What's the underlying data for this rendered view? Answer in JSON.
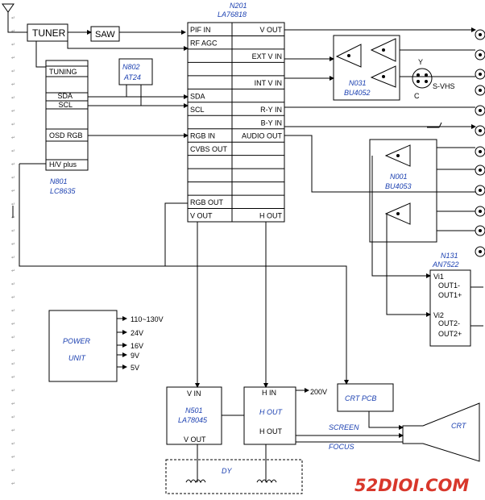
{
  "tuner": {
    "label": "TUNER"
  },
  "saw": {
    "label": "SAW"
  },
  "n201": {
    "ref": "N201",
    "part": "LA76818",
    "pins_left": [
      "PIF IN",
      "RF AGC",
      "",
      "",
      "",
      "SDA",
      "SCL",
      "",
      "RGB IN",
      "CVBS OUT",
      "",
      "",
      "",
      "RGB OUT",
      "V OUT"
    ],
    "pins_right": [
      "V OUT",
      "",
      "EXT V IN",
      "",
      "INT V IN",
      "",
      "R-Y IN",
      "B-Y IN",
      "AUDIO OUT",
      "",
      "",
      "",
      "",
      "",
      "H OUT"
    ]
  },
  "n801": {
    "ref": "N801",
    "part": "LC8635",
    "pins": [
      "TUNING",
      "SDA",
      "SCL",
      "OSD RGB",
      "H/V plus"
    ]
  },
  "n802": {
    "ref": "N802",
    "part": "AT24"
  },
  "n031": {
    "ref": "N031",
    "part": "BU4052"
  },
  "svhs": {
    "label": "S-VHS",
    "y": "Y",
    "c": "C"
  },
  "n001": {
    "ref": "N001",
    "part": "BU4053"
  },
  "n131": {
    "ref": "N131",
    "part": "AN7522",
    "pins_left": [
      "Vi1",
      "Vi2"
    ],
    "pins_right": [
      "OUT1-",
      "OUT1+",
      "OUT2-",
      "OUT2+"
    ]
  },
  "power": {
    "title1": "POWER",
    "title2": "UNIT",
    "outputs": [
      "110~130V",
      "24V",
      "16V",
      "9V",
      "5V"
    ]
  },
  "n501": {
    "ref": "N501",
    "part": "LA78045",
    "in": "V IN",
    "out": "V OUT"
  },
  "hout": {
    "in": "H IN",
    "name": "H OUT",
    "out": "H OUT"
  },
  "v200": "200V",
  "crt_pcb": {
    "label": "CRT PCB"
  },
  "screen": "SCREEN",
  "focus": "FOCUS",
  "crt": {
    "label": "CRT"
  },
  "dy": {
    "label": "DY"
  },
  "watermark": "52DIOI.COM",
  "colors": {
    "label_blue": "#1a3fb0",
    "watermark_red": "#d8372b",
    "line": "#000000"
  }
}
